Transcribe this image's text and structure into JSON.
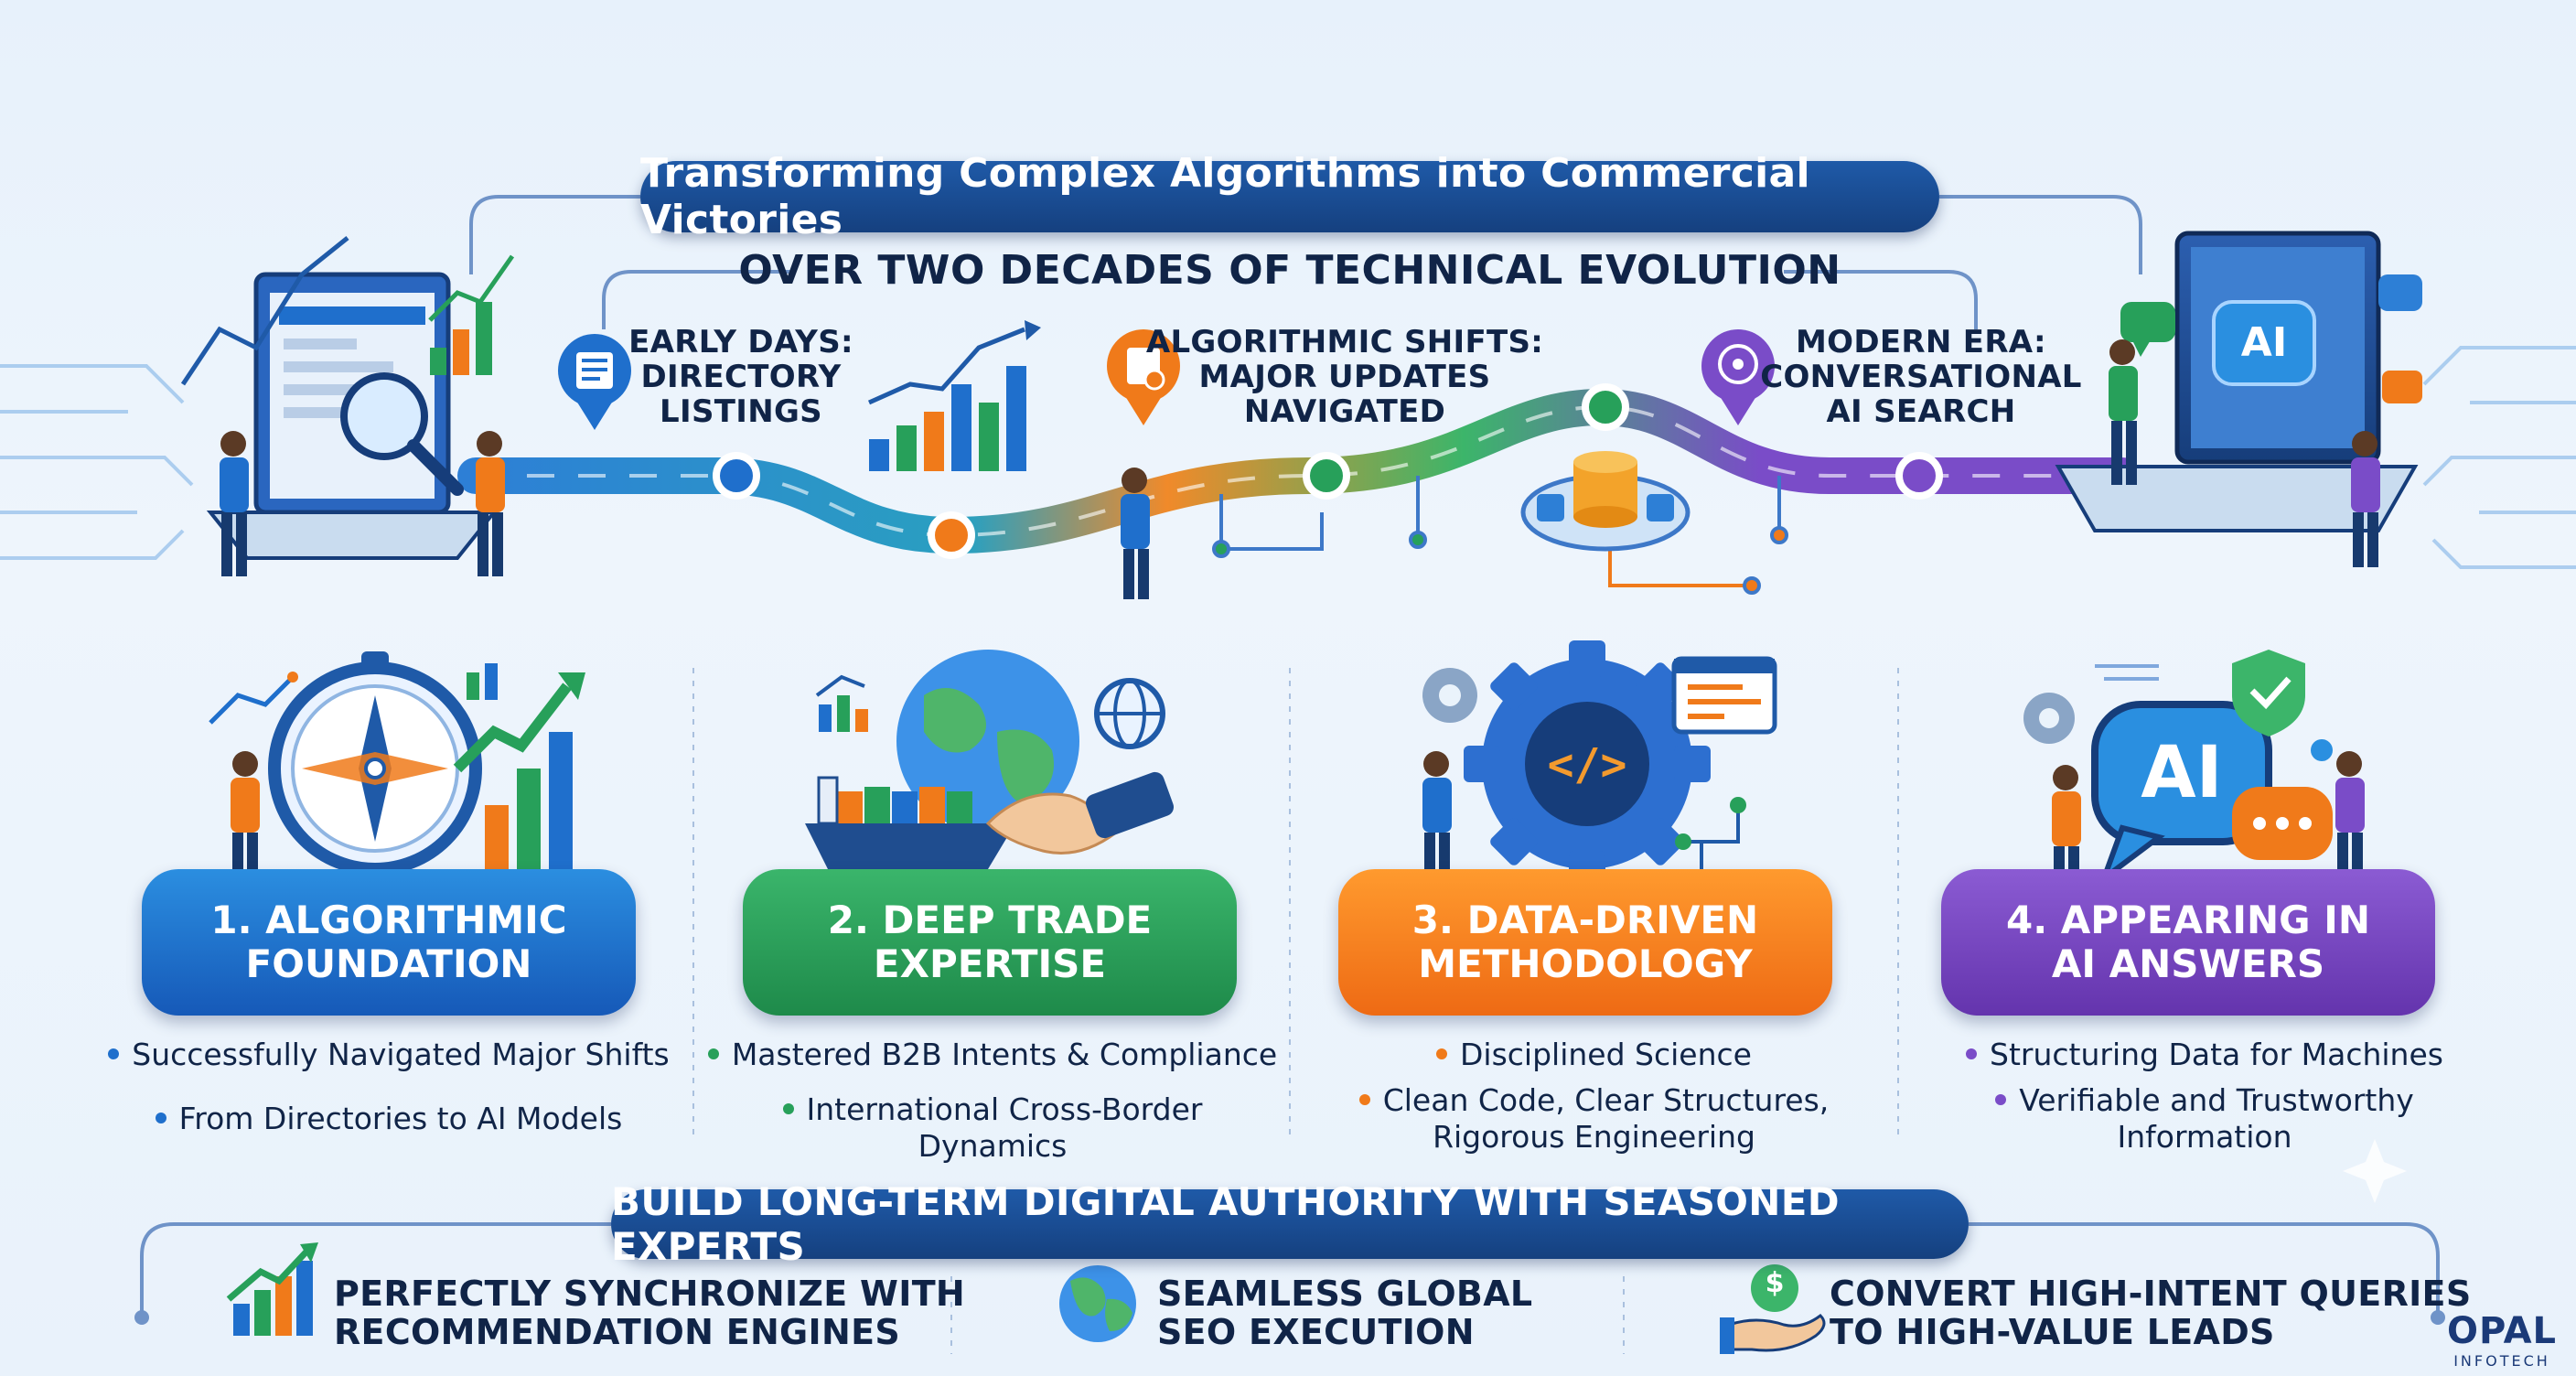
{
  "header": {
    "title": "Transforming Complex Algorithms into Commercial Victories",
    "subtitle": "OVER TWO DECADES OF TECHNICAL EVOLUTION"
  },
  "timeline": {
    "milestones": [
      {
        "line1": "EARLY DAYS:",
        "line2": "DIRECTORY",
        "line3": "LISTINGS",
        "color": "#1f5aa8",
        "icon": "document-list-icon"
      },
      {
        "line1": "ALGORITHMIC SHIFTS:",
        "line2": "MAJOR UPDATES",
        "line3": "NAVIGATED",
        "color": "#f07a1a",
        "icon": "gear-document-icon"
      },
      {
        "line1": "MODERN ERA:",
        "line2": "CONVERSATIONAL",
        "line3": "AI SEARCH",
        "color": "#7a4cc8",
        "icon": "ai-brain-icon"
      }
    ],
    "screen_badge": "AI"
  },
  "pillars": [
    {
      "line1": "1. ALGORITHMIC",
      "line2": "FOUNDATION",
      "color": "#1f6fcc",
      "bullets": [
        [
          "Successfully Navigated Major Shifts"
        ],
        [
          "From Directories to AI Models"
        ]
      ],
      "icon": "compass-icon"
    },
    {
      "line1": "2. DEEP TRADE",
      "line2": "EXPERTISE",
      "color": "#27a05a",
      "bullets": [
        [
          "Mastered B2B Intents & Compliance"
        ],
        [
          "International Cross-Border Dynamics"
        ]
      ],
      "icon": "globe-handshake-icon"
    },
    {
      "line1": "3. DATA-DRIVEN",
      "line2": "METHODOLOGY",
      "color": "#f07a1a",
      "bullets": [
        [
          "Disciplined Science"
        ],
        [
          "Clean Code, Clear Structures,",
          "Rigorous Engineering"
        ]
      ],
      "icon": "code-gear-icon"
    },
    {
      "line1": "4. APPEARING IN",
      "line2": "AI ANSWERS",
      "color": "#7a4cc8",
      "bullets": [
        [
          "Structuring Data for Machines"
        ],
        [
          "Verifiable and Trustworthy",
          "Information"
        ]
      ],
      "icon": "ai-chat-icon"
    }
  ],
  "pillar_badge": "AI",
  "footer": {
    "title": "BUILD LONG-TERM DIGITAL AUTHORITY WITH SEASONED EXPERTS",
    "items": [
      {
        "line1": "PERFECTLY SYNCHRONIZE WITH",
        "line2": "RECOMMENDATION ENGINES",
        "icon": "growth-chart-icon"
      },
      {
        "line1": "SEAMLESS GLOBAL",
        "line2": "SEO EXECUTION",
        "icon": "globe-icon"
      },
      {
        "line1": "CONVERT HIGH-INTENT QUERIES",
        "line2": "TO HIGH-VALUE LEADS",
        "icon": "money-hand-icon"
      }
    ],
    "money_symbol": "$"
  },
  "logo": {
    "name": "OPAL",
    "sub": "INFOTECH"
  },
  "colors": {
    "navy": "#15407f",
    "blue": "#1f6fcc",
    "green": "#27a05a",
    "orange": "#f07a1a",
    "purple": "#7a4cc8",
    "text": "#102447"
  }
}
